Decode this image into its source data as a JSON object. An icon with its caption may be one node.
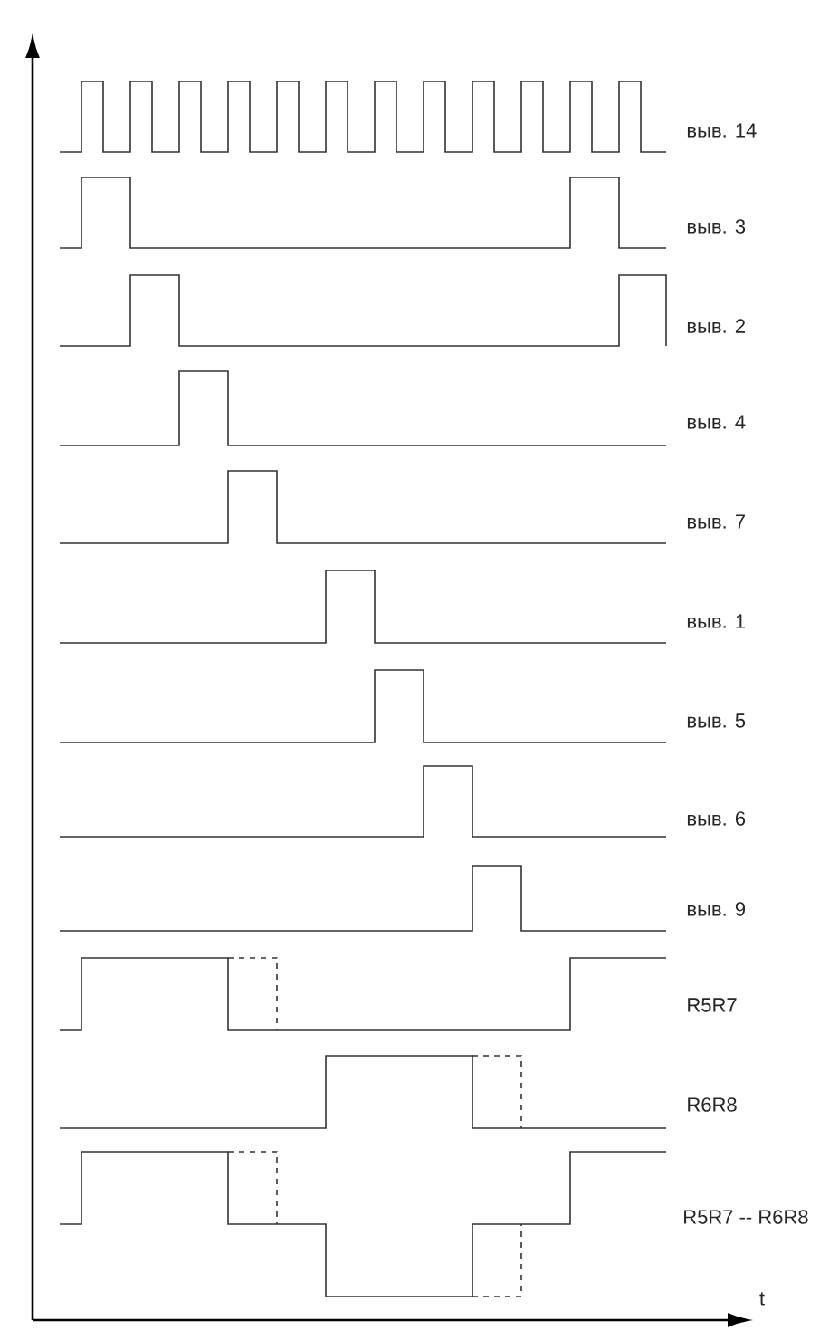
{
  "diagram": {
    "labels": [
      "выв. 14",
      "выв. 3",
      "выв. 2",
      "выв. 4",
      "выв. 7",
      "выв. 1",
      "выв. 5",
      "выв. 6",
      "выв. 9",
      "R5R7",
      "R6R8",
      "R5R7 -- R6R8",
      "t"
    ]
  }
}
